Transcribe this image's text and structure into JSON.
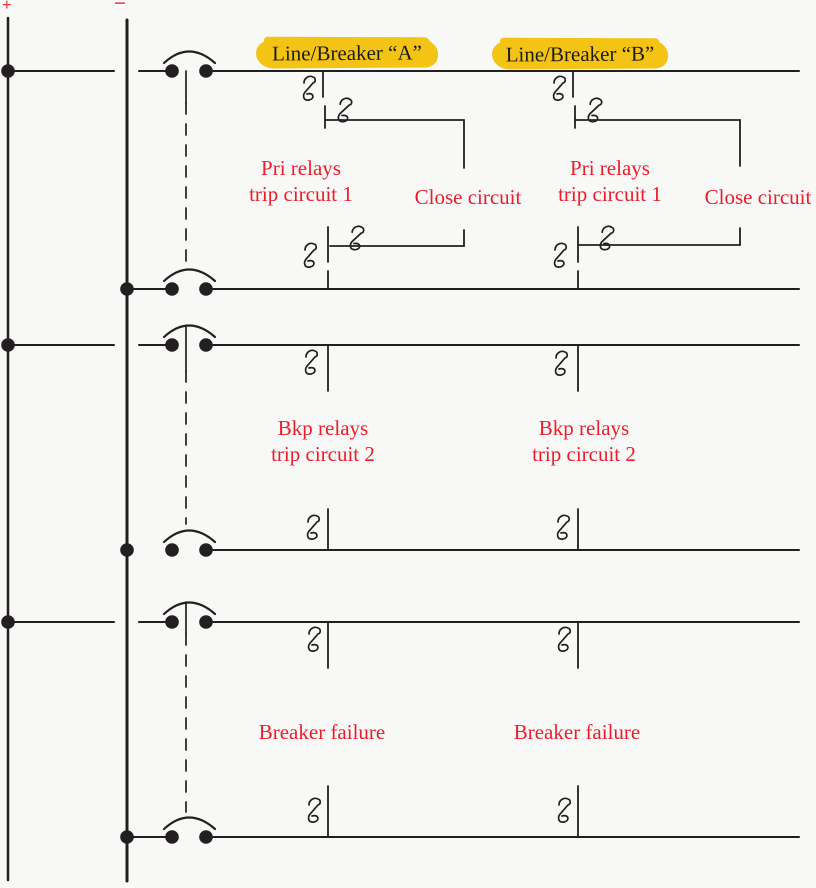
{
  "figure": {
    "bus": {
      "plus_label": "+",
      "minus_label": "−"
    },
    "columns": [
      {
        "name": "A",
        "header": "Line/Breaker “A”",
        "pri_trip_line1": "Pri relays",
        "pri_trip_line2": "trip circuit 1",
        "close_label": "Close circuit",
        "bkp_trip_line1": "Bkp relays",
        "bkp_trip_line2": "trip circuit 2",
        "breaker_failure_label": "Breaker failure"
      },
      {
        "name": "B",
        "header": "Line/Breaker “B”",
        "pri_trip_line1": "Pri relays",
        "pri_trip_line2": "trip circuit 1",
        "close_label": "Close circuit",
        "bkp_trip_line1": "Bkp relays",
        "bkp_trip_line2": "trip circuit 2",
        "breaker_failure_label": "Breaker failure"
      }
    ]
  },
  "colors": {
    "label_red": "#ed1c2b",
    "highlight_yellow": "#f3c414",
    "ink": "#231f20",
    "background": "#f8f8f6"
  }
}
